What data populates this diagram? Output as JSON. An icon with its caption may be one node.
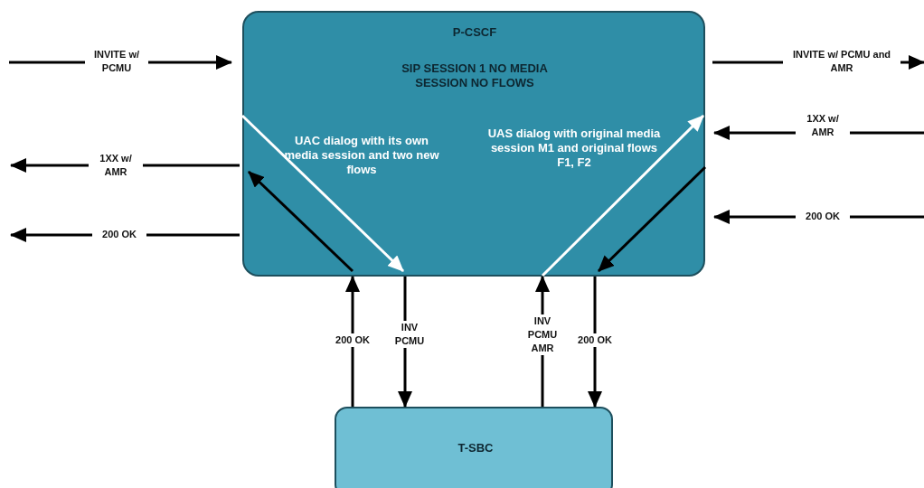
{
  "diagram": {
    "nodes": [
      {
        "text": [
          "P-CSCF",
          "SIP SESSION 1 NO MEDIA SESSION NO FLOWS",
          "UAC dialog with its own media session and two new flows",
          "UAS dialog with original media session M1 and original flows F1, F2"
        ]
      },
      {
        "text": [
          "T-SBC"
        ]
      }
    ],
    "edges": [
      {
        "from": null,
        "to": 0,
        "arrow": "to",
        "label": "INVITE w/ PCMU"
      },
      {
        "from": 0,
        "to": null,
        "arrow": "to",
        "label": "INVITE w/ PCMU and AMR"
      },
      {
        "from": 0,
        "to": null,
        "arrow": "to",
        "label": "1XX w/ AMR"
      },
      {
        "from": 0,
        "to": null,
        "arrow": "to",
        "label": "200 OK"
      },
      {
        "from": null,
        "to": 0,
        "arrow": "to",
        "label": "1XX w/ AMR"
      },
      {
        "from": null,
        "to": 0,
        "arrow": "to",
        "label": "200 OK"
      },
      {
        "from": 1,
        "to": 0,
        "arrow": "to",
        "label": "200 OK"
      },
      {
        "from": 0,
        "to": 1,
        "arrow": "to",
        "label": "INV PCMU"
      },
      {
        "from": 1,
        "to": 0,
        "arrow": "to",
        "label": "INV PCMU AMR"
      },
      {
        "from": 0,
        "to": 1,
        "arrow": "to",
        "label": "200 OK"
      }
    ]
  }
}
